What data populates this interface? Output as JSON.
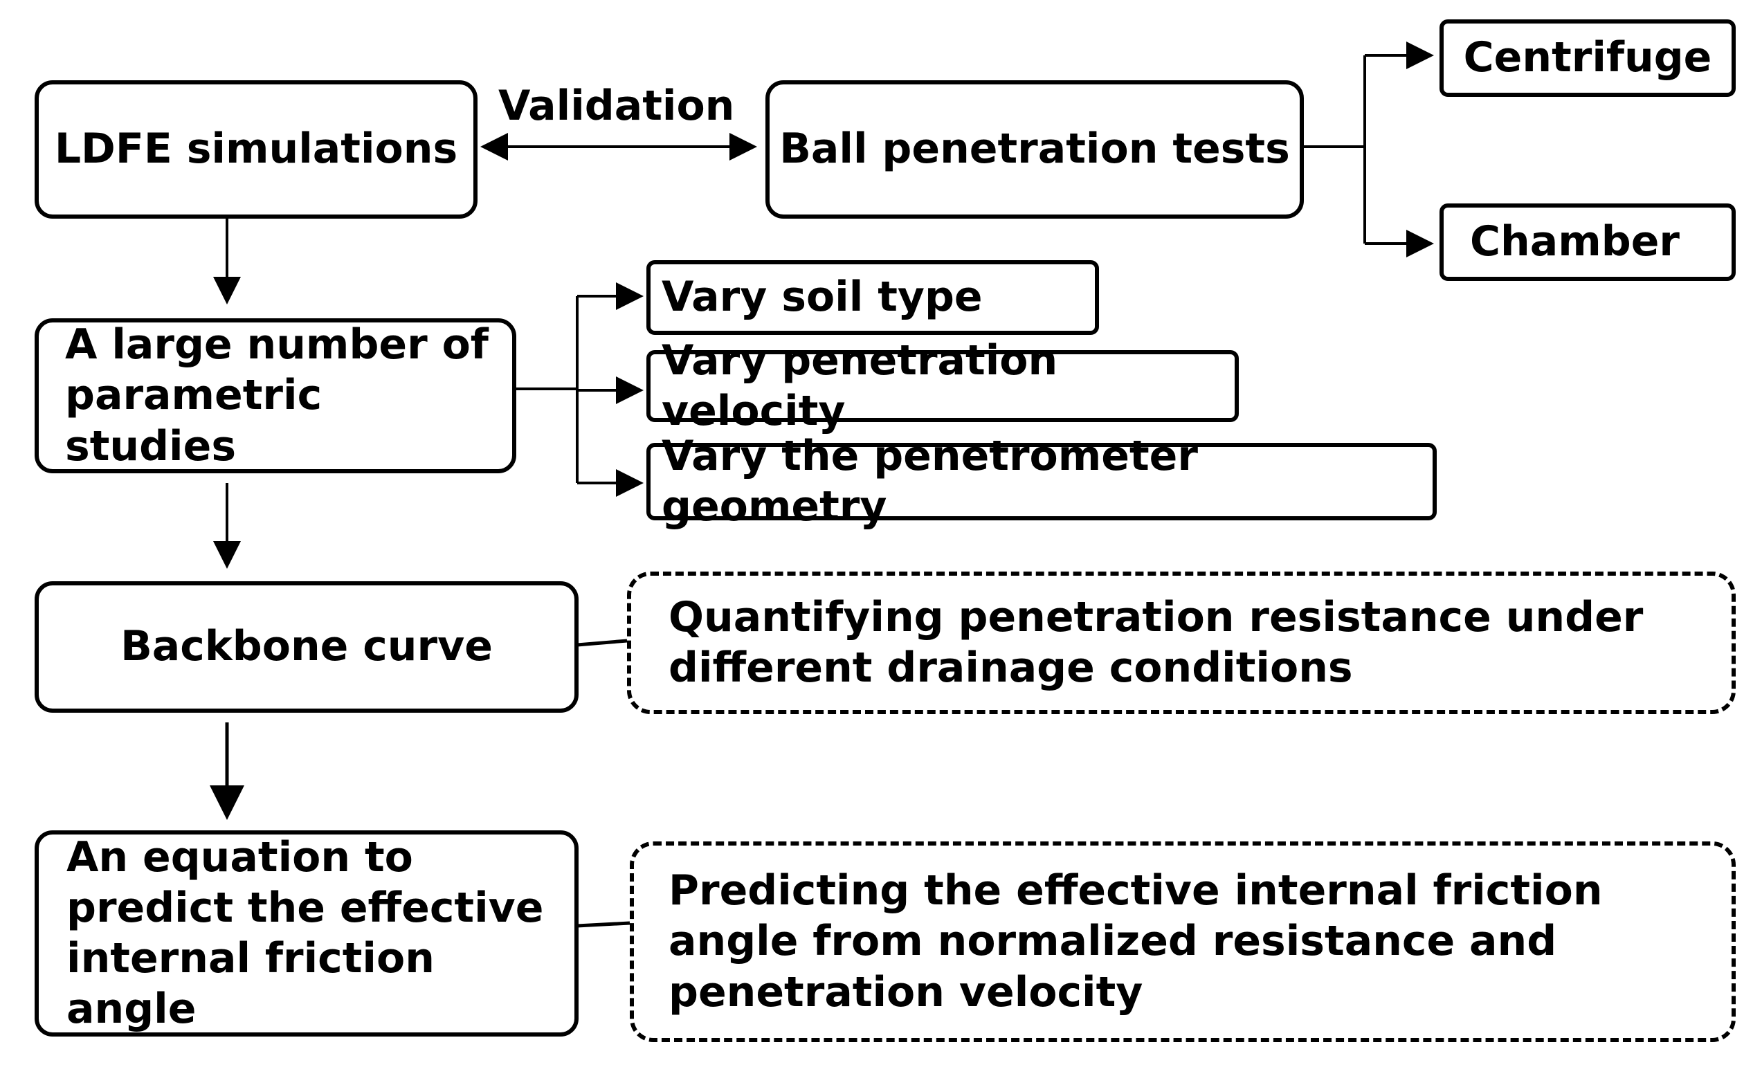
{
  "nodes": {
    "ldfe": "LDFE simulations",
    "ball_tests": "Ball penetration tests",
    "centrifuge": "Centrifuge",
    "chamber": "Chamber",
    "parametric": "A large number of parametric studies",
    "vary_soil": "Vary soil type",
    "vary_velocity": "Vary penetration velocity",
    "vary_geometry": "Vary the penetrometer geometry",
    "backbone": "Backbone curve",
    "quantifying": "Quantifying penetration resistance under different drainage conditions",
    "equation": "An equation to predict the effective internal friction angle",
    "predicting": "Predicting the effective internal friction angle from normalized resistance and penetration velocity"
  },
  "edges": {
    "validation_label": "Validation"
  }
}
